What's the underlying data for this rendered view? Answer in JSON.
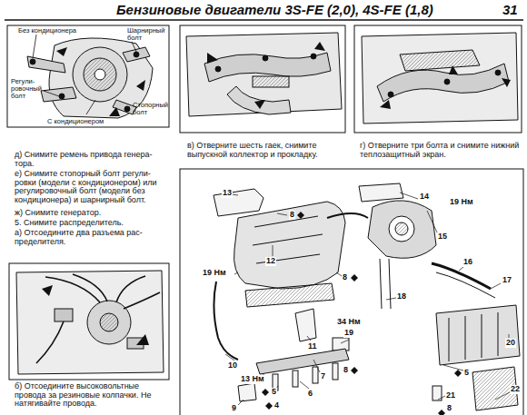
{
  "diagram": {
    "title": "Бензиновые двигатели 3S-FE (2,0), 4S-FE (1,8)",
    "labels": [
      "Без кондиционера",
      "Шарнирный болт",
      "Регули- ровочный болт",
      "С кондиционером",
      "Стопорный болт",
      "в) Отверните шесть гаек, снимите выпускной коллектор и прокладку.",
      "г) Отверните три болта и снимите нижний теплозащитный экран.",
      "д) Снимите ремень привода генера- тора.",
      "е) Снимите стопорный болт регули- ровки (модели с кондиционером) или регулировочный болт (модели без кондиционера) и шарнирный болт.",
      "ж) Снимите генератор.",
      "5. Снимите распределитель.",
      "а) Отсоедините два разъема рас- пределителя.",
      "б) Отсоедините высоковольтные провода за резиновые колпачки. Не натягивайте провода.",
      "31",
      "13",
      "8",
      "14",
      "19 Нм",
      "15",
      "12",
      "19 Нм",
      "8",
      "16",
      "17",
      "18",
      "34 Нм",
      "19",
      "11",
      "20",
      "10",
      "8",
      "7",
      "13 Нм",
      "6",
      "5",
      "4",
      "9",
      "5",
      "21",
      "8",
      "22"
    ]
  }
}
